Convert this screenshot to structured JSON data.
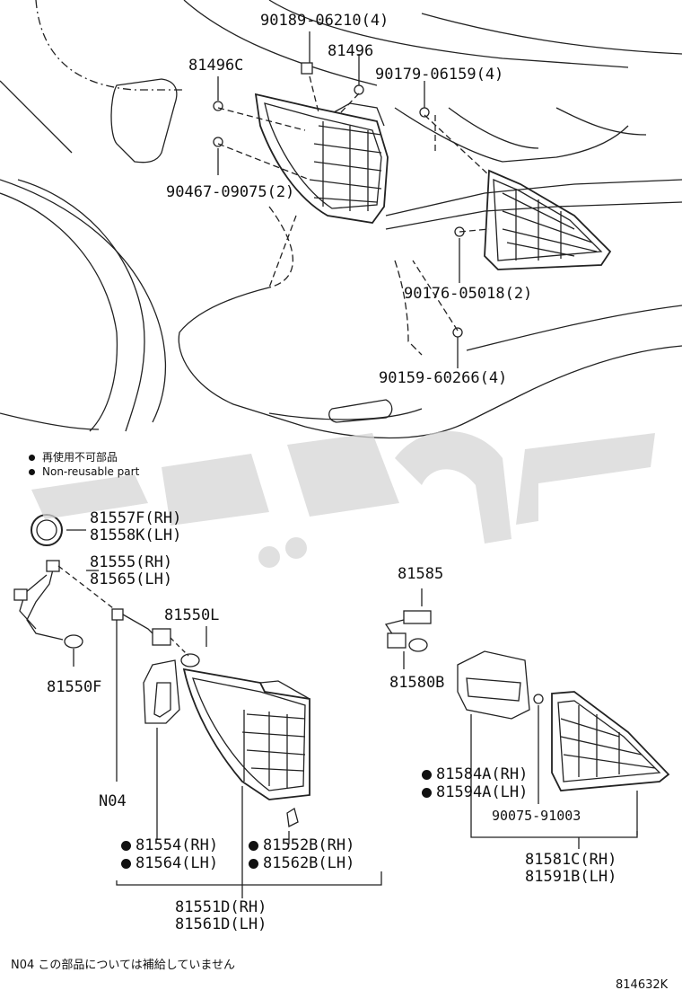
{
  "legend": {
    "jp": "再使用不可部品",
    "en": "Non-reusable part"
  },
  "watermark": "چرخ ما",
  "parts_top": {
    "p90189": "90189-06210(4)",
    "p81496": "81496",
    "p81496c": "81496C",
    "p90179": "90179-06159(4)",
    "p90467": "90467-09075(2)",
    "p90176": "90176-05018(2)",
    "p90159": "90159-60266(4)"
  },
  "parts_bottom": {
    "p81557f": "81557F(RH)",
    "p81558k": "81558K(LH)",
    "p81555": "81555(RH)",
    "p81565": "81565(LH)",
    "p81550l": "81550L",
    "p81550f": "81550F",
    "n04": "N04",
    "p81554": "81554(RH)",
    "p81564": "81564(LH)",
    "p81552b": "81552B(RH)",
    "p81562b": "81562B(LH)",
    "p81551d": "81551D(RH)",
    "p81561d": "81561D(LH)",
    "p81585": "81585",
    "p81580b": "81580B",
    "p81584a": "81584A(RH)",
    "p81594a": "81594A(LH)",
    "p90075": "90075-91003",
    "p81581c": "81581C(RH)",
    "p81591b": "81591B(LH)"
  },
  "footer": {
    "note": "N04 この部品については補給していません",
    "code": "814632K"
  }
}
